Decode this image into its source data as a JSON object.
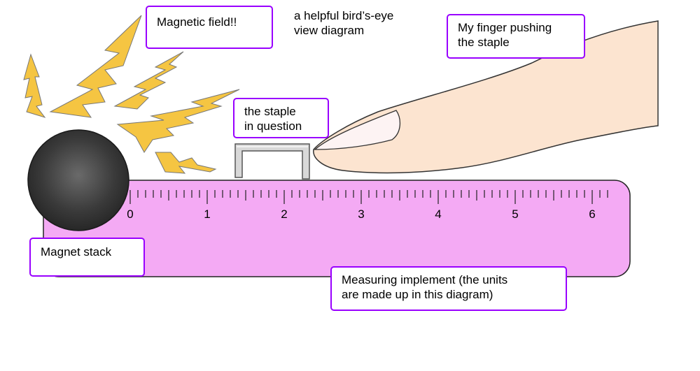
{
  "callouts": {
    "magnetic_field": "Magnetic field!!",
    "birds_eye": "a helpful bird’s-eye\nview diagram",
    "finger": "My finger pushing\nthe staple",
    "staple": "the staple\nin question",
    "magnet": "Magnet stack",
    "ruler": "Measuring implement (the units\nare made up in this diagram)"
  },
  "ruler": {
    "numbers": [
      "0",
      "1",
      "2",
      "3",
      "4",
      "5",
      "6"
    ]
  },
  "colors": {
    "ruler_fill": "#f4aaf4",
    "callout_border": "#9900ff",
    "lightning_fill": "#f5c542",
    "finger_fill": "#fce4d0",
    "magnet_fill": "#333333"
  },
  "icons": [
    "lightning-bolt-icon",
    "magnet-sphere-icon",
    "staple-icon",
    "finger-icon"
  ]
}
